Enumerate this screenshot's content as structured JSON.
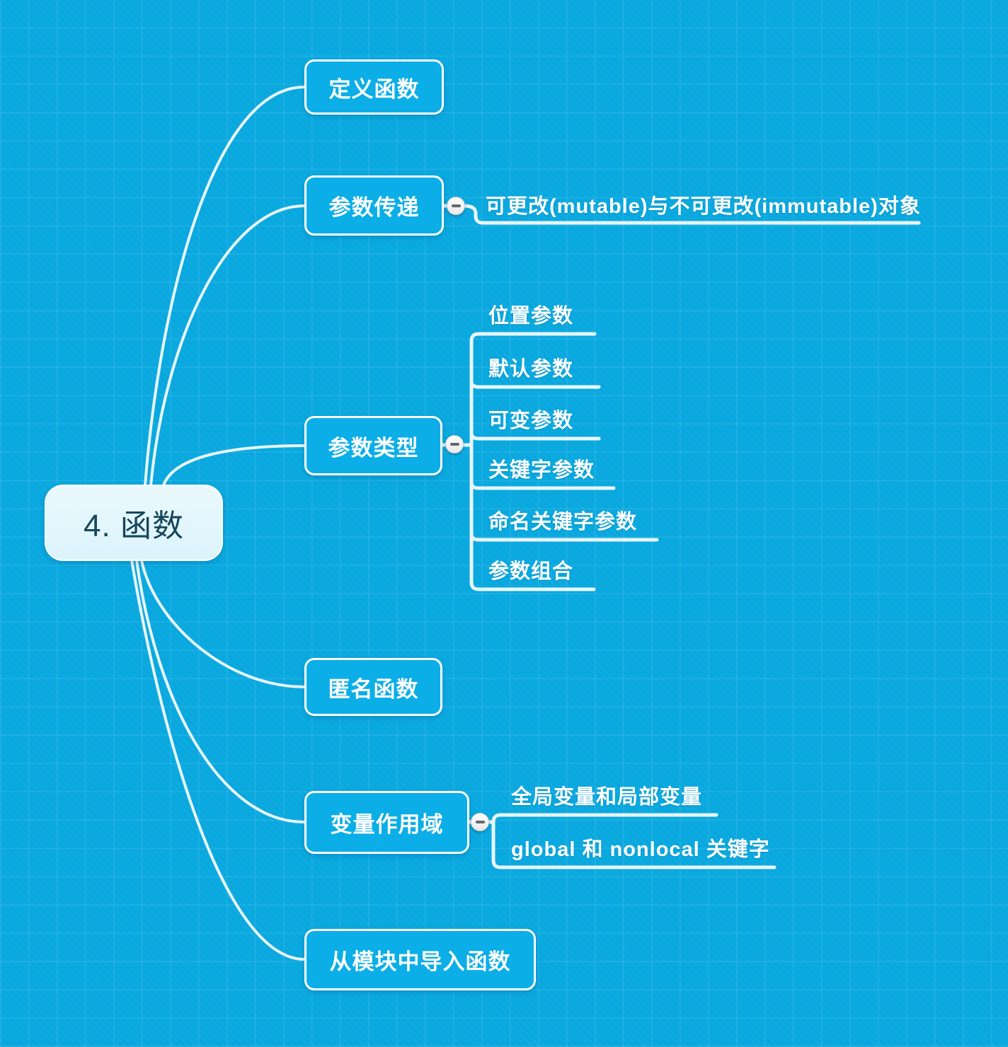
{
  "diagram": {
    "type": "mindmap",
    "topic": "Python functions chapter outline"
  },
  "colors": {
    "background": "#09A9E0",
    "grid_line": "#3FC0EC",
    "node_fill": "#0BAEE7",
    "node_border": "#FFFFFF",
    "root_fill": "#DFF4FB",
    "root_text": "#15475C",
    "connector": "#E7F6FB",
    "collapse_icon_bg": "#FFFFFF",
    "collapse_icon_bar": "#63696D"
  },
  "icons": {
    "collapse": "minus-icon"
  },
  "root": {
    "label": "4. 函数"
  },
  "branches": [
    {
      "label": "定义函数"
    },
    {
      "label": "参数传递",
      "collapse_icon": "minus",
      "children": [
        {
          "label": "可更改(mutable)与不可更改(immutable)对象"
        }
      ]
    },
    {
      "label": "参数类型",
      "collapse_icon": "minus",
      "children": [
        {
          "label": "位置参数"
        },
        {
          "label": "默认参数"
        },
        {
          "label": "可变参数"
        },
        {
          "label": "关键字参数"
        },
        {
          "label": "命名关键字参数"
        },
        {
          "label": "参数组合"
        }
      ]
    },
    {
      "label": "匿名函数"
    },
    {
      "label": "变量作用域",
      "collapse_icon": "minus",
      "children": [
        {
          "label": "全局变量和局部变量"
        },
        {
          "label": "global 和 nonlocal 关键字"
        }
      ]
    },
    {
      "label": "从模块中导入函数"
    }
  ]
}
